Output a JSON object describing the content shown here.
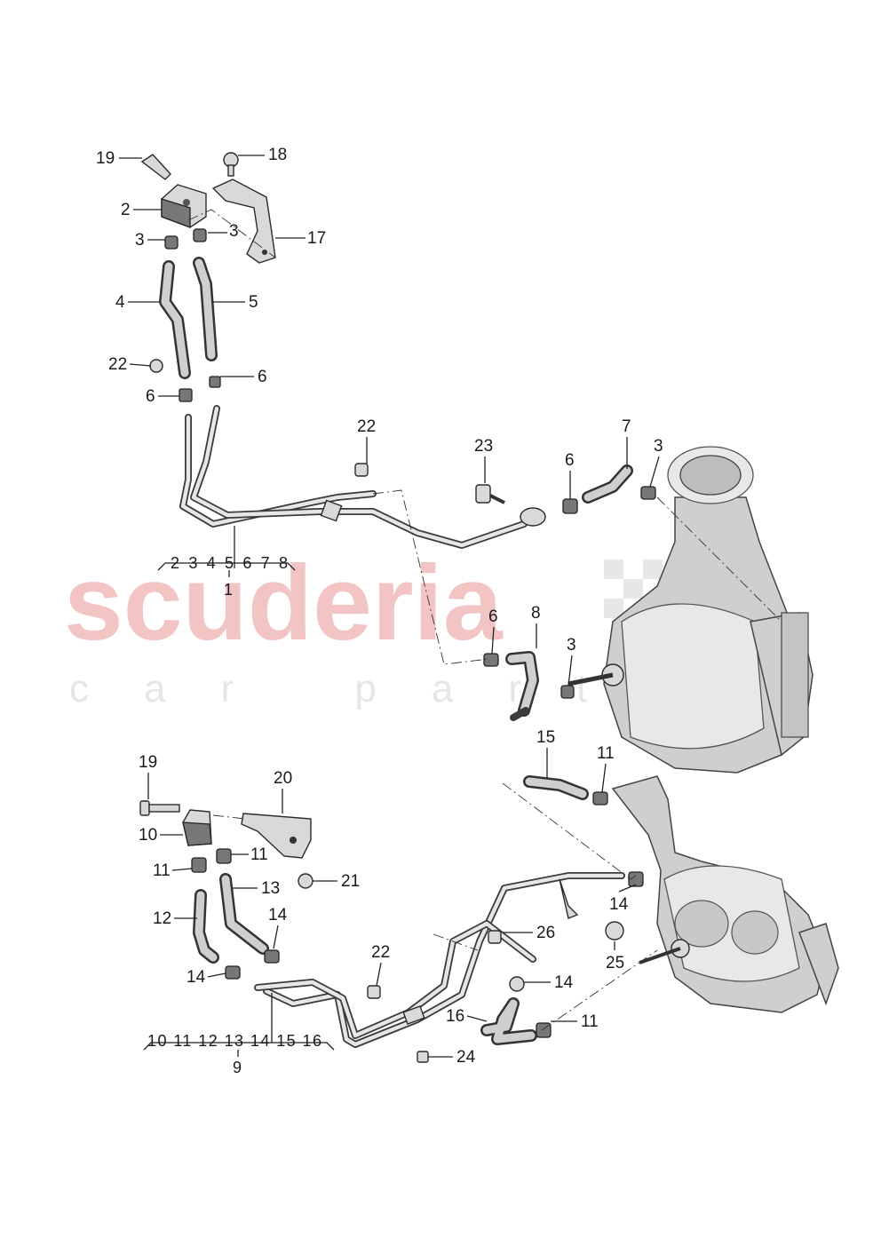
{
  "watermark": {
    "brand": "scuderia",
    "tagline": "car parts"
  },
  "upper_assembly": {
    "callouts": [
      "19",
      "18",
      "2",
      "3",
      "3",
      "17",
      "4",
      "5",
      "22",
      "6",
      "6",
      "22",
      "23",
      "6",
      "7",
      "3",
      "6",
      "8",
      "3"
    ],
    "group_members": "2 3 4 5 6 7 8",
    "group_number": "1"
  },
  "lower_assembly": {
    "callouts": [
      "19",
      "20",
      "10",
      "11",
      "11",
      "21",
      "12",
      "13",
      "14",
      "14",
      "22",
      "26",
      "15",
      "11",
      "14",
      "25",
      "14",
      "16",
      "11",
      "24"
    ],
    "group_members": "10 11 12 13 14 15 16",
    "group_number": "9"
  },
  "colors": {
    "watermark_red": "#f2c4c4",
    "watermark_grey": "#e6e6e6",
    "line": "#222222"
  }
}
